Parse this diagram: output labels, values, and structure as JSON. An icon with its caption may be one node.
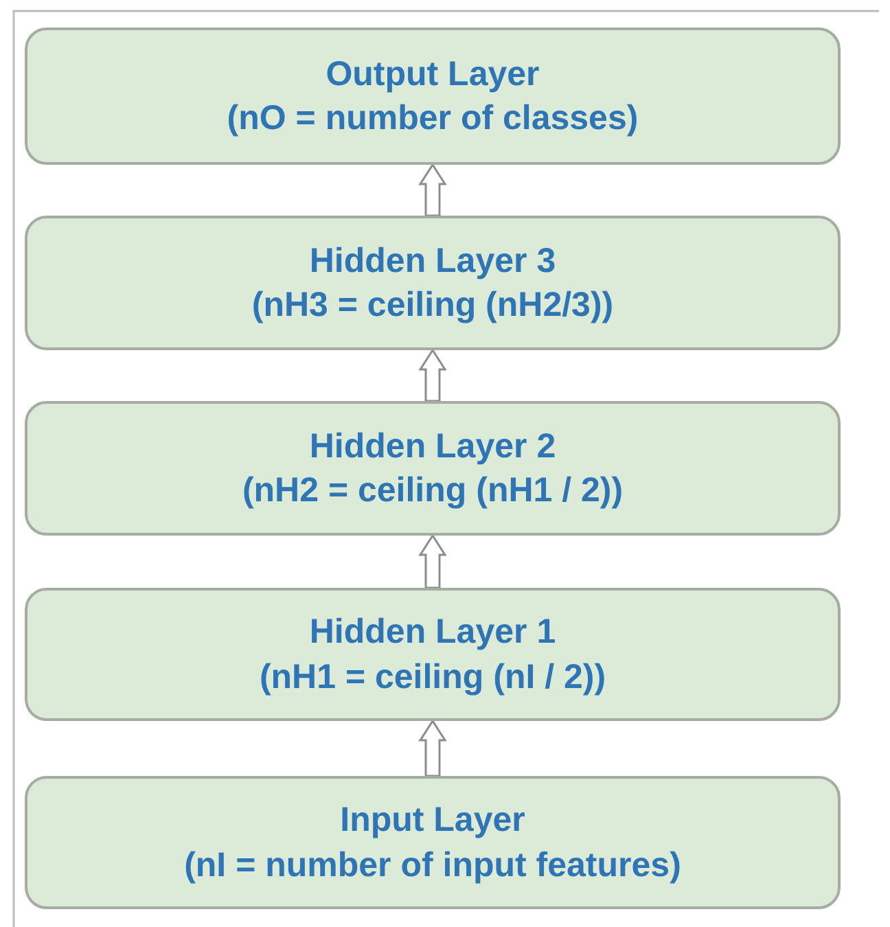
{
  "diagram": {
    "nodes": [
      {
        "text": [
          "Output Layer",
          "(nO = number of classes)"
        ]
      },
      {
        "text": [
          "Hidden Layer 3",
          "(nH3 = ceiling (nH2/3))"
        ]
      },
      {
        "text": [
          "Hidden Layer 2",
          "(nH2 = ceiling (nH1 / 2))"
        ]
      },
      {
        "text": [
          "Hidden Layer 1",
          "(nH1 = ceiling (nI / 2))"
        ]
      },
      {
        "text": [
          "Input Layer",
          "(nI = number of input features)"
        ]
      }
    ],
    "edges": [
      {
        "from": 4,
        "to": 3,
        "arrow": "to"
      },
      {
        "from": 3,
        "to": 2,
        "arrow": "to"
      },
      {
        "from": 2,
        "to": 1,
        "arrow": "to"
      },
      {
        "from": 1,
        "to": 0,
        "arrow": "to"
      }
    ]
  }
}
